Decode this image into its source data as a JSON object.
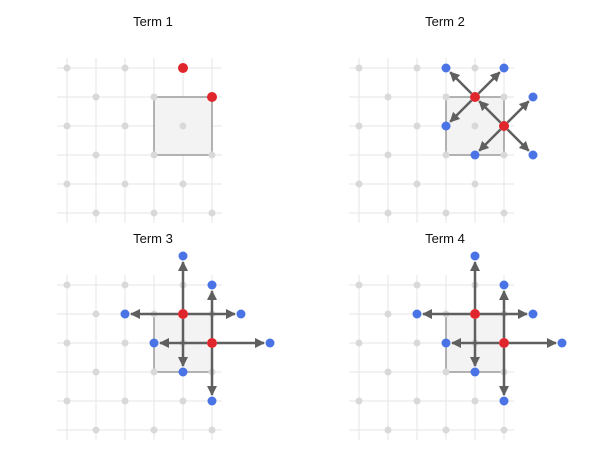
{
  "colors": {
    "background": "#ffffff",
    "grid_line": "#e6e6e6",
    "lattice_dot": "#d9d9d9",
    "cell_fill": "#f3f3f3",
    "cell_stroke": "#9a9a9a",
    "arrow": "#5f5f5f",
    "source_point": "#e0262d",
    "target_point": "#4a74e6"
  },
  "lattice": {
    "rows": [
      -1,
      0,
      1,
      2,
      3,
      4
    ],
    "cols": [
      -2,
      -1,
      0,
      1,
      2,
      3
    ]
  },
  "panels": [
    {
      "title": "Term 1",
      "cell": [
        0,
        1
      ],
      "sources": [
        [
          -1,
          2
        ],
        [
          0,
          3
        ]
      ],
      "arrows": [],
      "targets": []
    },
    {
      "title": "Term 2",
      "cell": [
        0,
        1
      ],
      "sources": [
        [
          0,
          2
        ],
        [
          1,
          3
        ]
      ],
      "arrows": [
        [
          [
            0,
            2
          ],
          [
            -1,
            1
          ]
        ],
        [
          [
            0,
            2
          ],
          [
            1,
            1
          ]
        ],
        [
          [
            0,
            2
          ],
          [
            -1,
            3
          ]
        ],
        [
          [
            1,
            3
          ],
          [
            0,
            2
          ]
        ],
        [
          [
            1,
            3
          ],
          [
            2,
            2
          ]
        ],
        [
          [
            1,
            3
          ],
          [
            0,
            4
          ]
        ],
        [
          [
            1,
            3
          ],
          [
            2,
            4
          ]
        ]
      ],
      "targets": [
        [
          -1,
          1
        ],
        [
          1,
          1
        ],
        [
          -1,
          3
        ],
        [
          2,
          2
        ],
        [
          0,
          4
        ],
        [
          2,
          4
        ]
      ]
    },
    {
      "title": "Term 3",
      "cell": [
        0,
        1
      ],
      "sources": [
        [
          0,
          2
        ],
        [
          1,
          3
        ]
      ],
      "arrows": [
        [
          [
            0,
            2
          ],
          [
            -2,
            2
          ]
        ],
        [
          [
            0,
            2
          ],
          [
            0,
            0
          ]
        ],
        [
          [
            0,
            2
          ],
          [
            2,
            2
          ]
        ],
        [
          [
            0,
            2
          ],
          [
            0,
            4
          ]
        ],
        [
          [
            1,
            3
          ],
          [
            -1,
            3
          ]
        ],
        [
          [
            1,
            3
          ],
          [
            1,
            1
          ]
        ],
        [
          [
            1,
            3
          ],
          [
            3,
            3
          ]
        ],
        [
          [
            1,
            3
          ],
          [
            1,
            5
          ]
        ]
      ],
      "targets": [
        [
          -2,
          2
        ],
        [
          0,
          0
        ],
        [
          2,
          2
        ],
        [
          0,
          4
        ],
        [
          -1,
          3
        ],
        [
          1,
          1
        ],
        [
          3,
          3
        ],
        [
          1,
          5
        ]
      ]
    },
    {
      "title": "Term 4",
      "cell": [
        0,
        1
      ],
      "sources": [
        [
          0,
          2
        ],
        [
          1,
          3
        ]
      ],
      "arrows": [
        [
          [
            0,
            2
          ],
          [
            -2,
            2
          ]
        ],
        [
          [
            0,
            2
          ],
          [
            0,
            0
          ]
        ],
        [
          [
            0,
            2
          ],
          [
            2,
            2
          ]
        ],
        [
          [
            0,
            2
          ],
          [
            0,
            4
          ]
        ],
        [
          [
            1,
            3
          ],
          [
            -1,
            3
          ]
        ],
        [
          [
            1,
            3
          ],
          [
            1,
            1
          ]
        ],
        [
          [
            1,
            3
          ],
          [
            3,
            3
          ]
        ],
        [
          [
            1,
            3
          ],
          [
            1,
            5
          ]
        ]
      ],
      "targets": [
        [
          -2,
          2
        ],
        [
          0,
          0
        ],
        [
          2,
          2
        ],
        [
          0,
          4
        ],
        [
          -1,
          3
        ],
        [
          1,
          1
        ],
        [
          3,
          3
        ],
        [
          1,
          5
        ]
      ]
    }
  ]
}
